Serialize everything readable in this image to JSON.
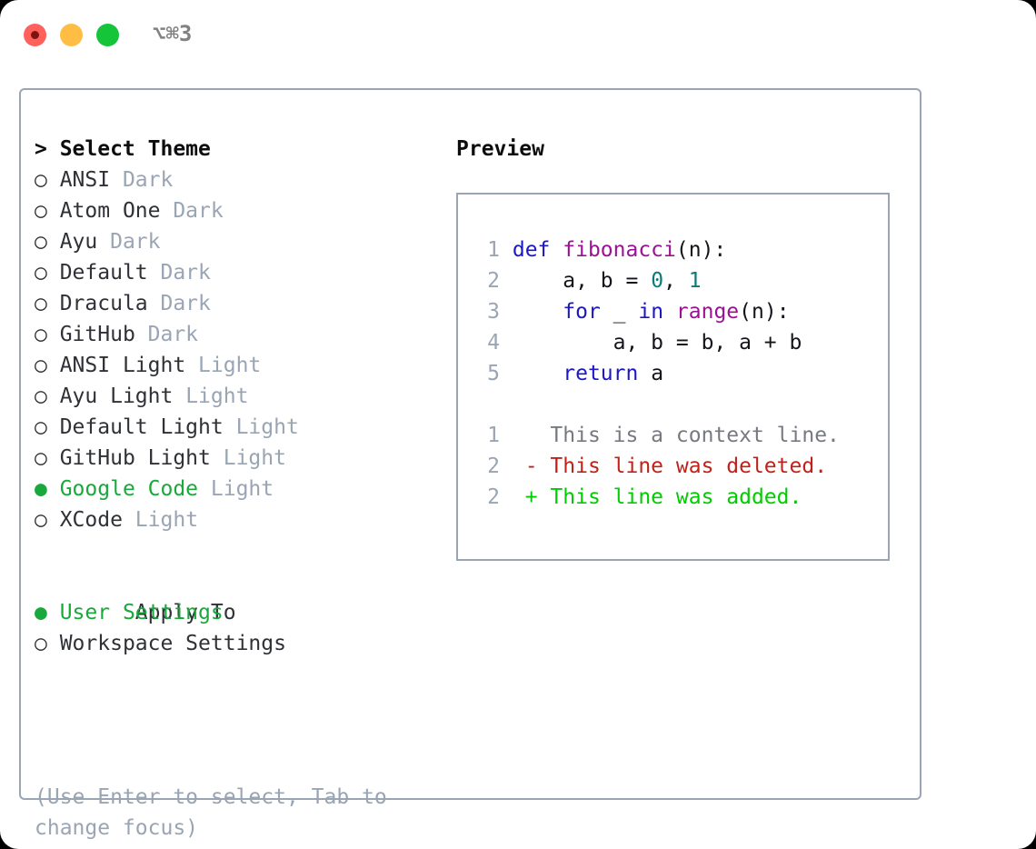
{
  "titlebar": {
    "traffic_lights": [
      {
        "name": "close",
        "color": "#ff605c"
      },
      {
        "name": "minimize",
        "color": "#ffbd44"
      },
      {
        "name": "zoom",
        "color": "#14c53a"
      }
    ],
    "shortcut": "⌥⌘3"
  },
  "theme_picker": {
    "heading": "> Select Theme",
    "marker_selected": "●",
    "marker_unselected": "○",
    "items": [
      {
        "marker": "○",
        "name": "ANSI",
        "variant": "Dark",
        "selected": false
      },
      {
        "marker": "○",
        "name": "Atom One",
        "variant": "Dark",
        "selected": false
      },
      {
        "marker": "○",
        "name": "Ayu",
        "variant": "Dark",
        "selected": false
      },
      {
        "marker": "○",
        "name": "Default",
        "variant": "Dark",
        "selected": false
      },
      {
        "marker": "○",
        "name": "Dracula",
        "variant": "Dark",
        "selected": false
      },
      {
        "marker": "○",
        "name": "GitHub",
        "variant": "Dark",
        "selected": false
      },
      {
        "marker": "○",
        "name": "ANSI Light",
        "variant": "Light",
        "selected": false
      },
      {
        "marker": "○",
        "name": "Ayu Light",
        "variant": "Light",
        "selected": false
      },
      {
        "marker": "○",
        "name": "Default Light",
        "variant": "Light",
        "selected": false
      },
      {
        "marker": "○",
        "name": "GitHub Light",
        "variant": "Light",
        "selected": false
      },
      {
        "marker": "●",
        "name": "Google Code",
        "variant": "Light",
        "selected": true
      },
      {
        "marker": "○",
        "name": "XCode",
        "variant": "Light",
        "selected": false
      }
    ]
  },
  "apply_to": {
    "heading": "Apply To",
    "items": [
      {
        "marker": "●",
        "name": "User Settings",
        "selected": true
      },
      {
        "marker": "○",
        "name": "Workspace Settings",
        "selected": false
      }
    ]
  },
  "hint": "(Use Enter to select, Tab to change focus)",
  "preview": {
    "title": "Preview",
    "code_lines": [
      {
        "no": "1",
        "tokens": [
          {
            "t": "def ",
            "c": "kw"
          },
          {
            "t": "fibonacci",
            "c": "fn"
          },
          {
            "t": "(n):",
            "c": "plain"
          }
        ]
      },
      {
        "no": "2",
        "tokens": [
          {
            "t": "    a, b = ",
            "c": "plain"
          },
          {
            "t": "0",
            "c": "num"
          },
          {
            "t": ", ",
            "c": "plain"
          },
          {
            "t": "1",
            "c": "num"
          }
        ]
      },
      {
        "no": "3",
        "tokens": [
          {
            "t": "    ",
            "c": "plain"
          },
          {
            "t": "for",
            "c": "kw"
          },
          {
            "t": " _ ",
            "c": "plain"
          },
          {
            "t": "in",
            "c": "kw"
          },
          {
            "t": " ",
            "c": "plain"
          },
          {
            "t": "range",
            "c": "fn"
          },
          {
            "t": "(n):",
            "c": "plain"
          }
        ]
      },
      {
        "no": "4",
        "tokens": [
          {
            "t": "        a, b = b, a + b",
            "c": "plain"
          }
        ]
      },
      {
        "no": "5",
        "tokens": [
          {
            "t": "    ",
            "c": "plain"
          },
          {
            "t": "return",
            "c": "kw"
          },
          {
            "t": " a",
            "c": "plain"
          }
        ]
      }
    ],
    "diff_lines": [
      {
        "no": "1",
        "sign": " ",
        "text": " This is a context line.",
        "kind": "context"
      },
      {
        "no": "2",
        "sign": "-",
        "text": " This line was deleted.",
        "kind": "deleted"
      },
      {
        "no": "2",
        "sign": "+",
        "text": " This line was added.",
        "kind": "added"
      }
    ]
  },
  "colors": {
    "selection_green": "#18a83c",
    "diff_add_green": "#00cc00",
    "diff_del_red": "#c0221a",
    "muted": "#9aa5b4",
    "keyword_blue": "#1a17c4",
    "function_magenta": "#9c1194",
    "number_teal": "#0b7b77"
  }
}
